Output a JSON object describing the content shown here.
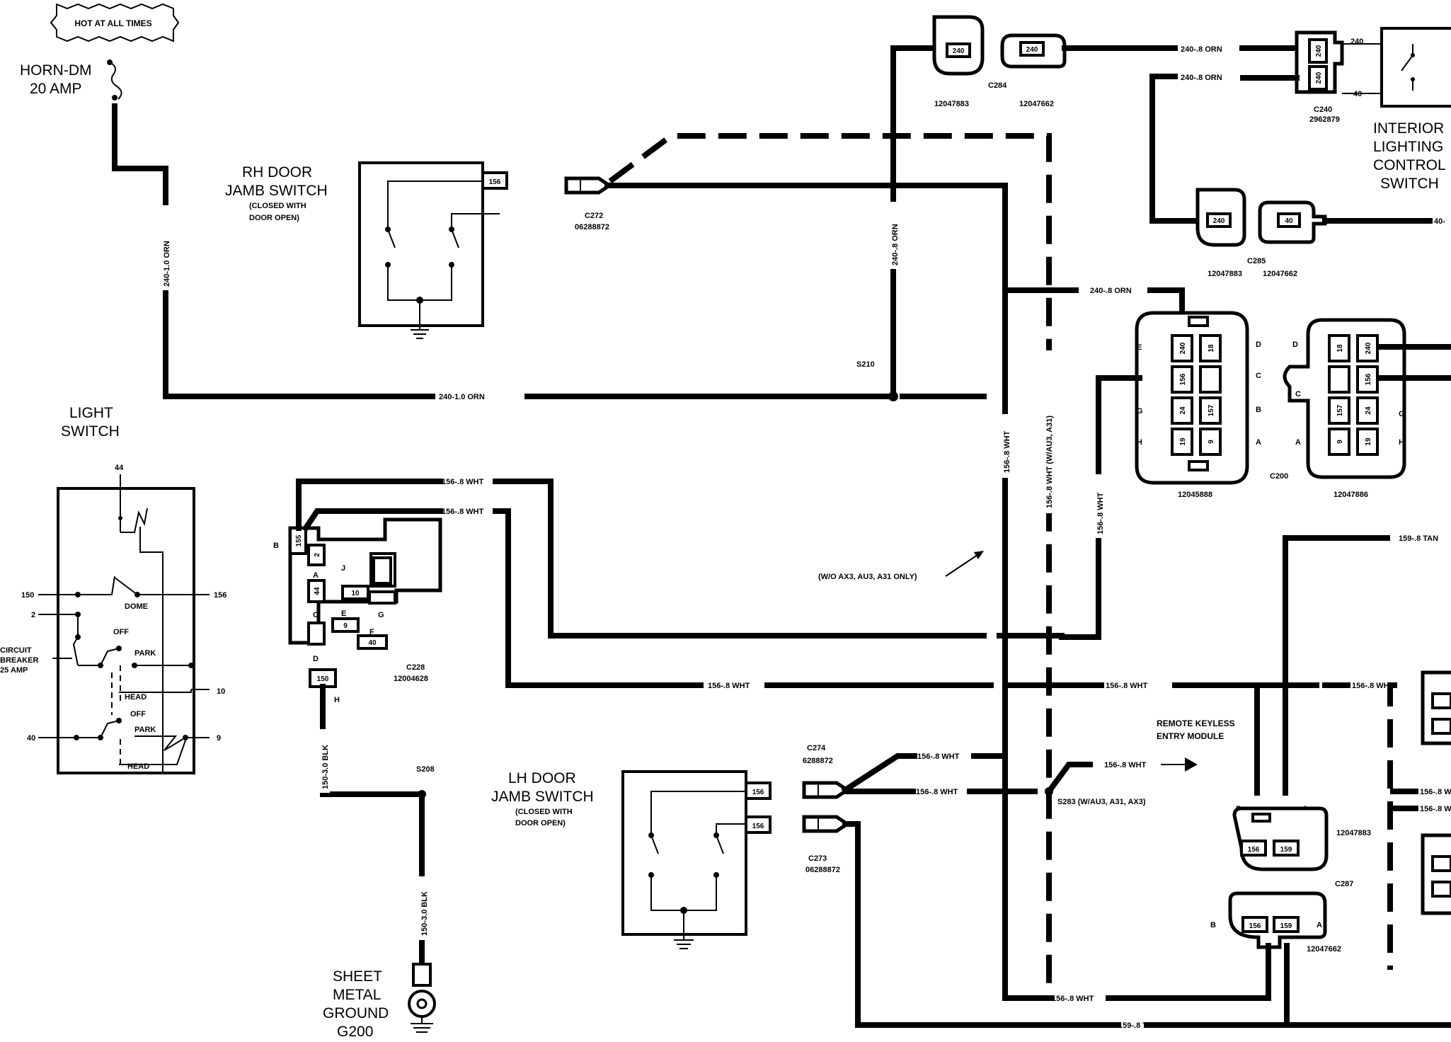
{
  "labels": {
    "hot_at_all_times": "HOT AT ALL TIMES",
    "fuse_name": "HORN-DM",
    "fuse_rating": "20 AMP",
    "rh_door_title_1": "RH DOOR",
    "rh_door_title_2": "JAMB SWITCH",
    "rh_door_note_1": "(CLOSED WITH",
    "rh_door_note_2": "DOOR OPEN)",
    "lh_door_title_1": "LH DOOR",
    "lh_door_title_2": "JAMB SWITCH",
    "lh_door_note_1": "(CLOSED WITH",
    "lh_door_note_2": "DOOR OPEN)",
    "light_switch_1": "LIGHT",
    "light_switch_2": "SWITCH",
    "interior_1": "INTERIOR",
    "interior_2": "LIGHTING",
    "interior_3": "CONTROL",
    "interior_4": "SWITCH",
    "ground_1": "SHEET",
    "ground_2": "METAL",
    "ground_3": "GROUND",
    "ground_4": "G200",
    "cb_1": "CIRCUIT",
    "cb_2": "BREAKER",
    "cb_3": "25 AMP",
    "remote_1": "REMOTE KEYLESS",
    "remote_2": "ENTRY MODULE",
    "wo_note": "(W/O AX3, AU3, A31 ONLY)",
    "s283_note": "S283 (W/AU3, A31, AX3)",
    "dome": "DOME",
    "off": "OFF",
    "park": "PARK",
    "head": "HEAD"
  },
  "connectors": {
    "c272": "C272",
    "c272_pn": "06288872",
    "c284": "C284",
    "c284_pn_a": "12047883",
    "c284_pn_b": "12047662",
    "c240": "C240",
    "c240_pn": "2962879",
    "c285": "C285",
    "c285_pn_a": "12047883",
    "c285_pn_b": "12047662",
    "c200": "C200",
    "c200_pn_a": "12045888",
    "c200_pn_b": "12047886",
    "c228": "C228",
    "c228_pn": "12004628",
    "c274": "C274",
    "c274_pn": "6288872",
    "c273": "C273",
    "c273_pn": "06288872",
    "c287": "C287",
    "c287_pn_a": "12047883",
    "c287_pn_b": "12047662"
  },
  "splices": {
    "s210": "S210",
    "s208": "S208"
  },
  "wires": {
    "w240_10_orn": "240-1.0 ORN",
    "w240_8_orn": "240-.8 ORN",
    "w156_8_wht": "156-.8 WHT",
    "w156_8_wht_w": "156-.8 WHT (W/AU3, A31)",
    "w159_8_tan": "159-.8 TAN",
    "w150_30_blk": "150-3.0 BLK",
    "w40": "40-"
  },
  "pins": {
    "p156": "156",
    "p240": "240",
    "p40": "40",
    "p18": "18",
    "p24": "24",
    "p157": "157",
    "p19": "19",
    "p9": "9",
    "p155": "155",
    "p2": "2",
    "p44": "44",
    "p10": "10",
    "p150": "150",
    "p159": "159",
    "p150n": "150"
  },
  "letters": {
    "A": "A",
    "B": "B",
    "C": "C",
    "D": "D",
    "E": "E",
    "F": "F",
    "G": "G",
    "H": "H",
    "J": "J"
  }
}
